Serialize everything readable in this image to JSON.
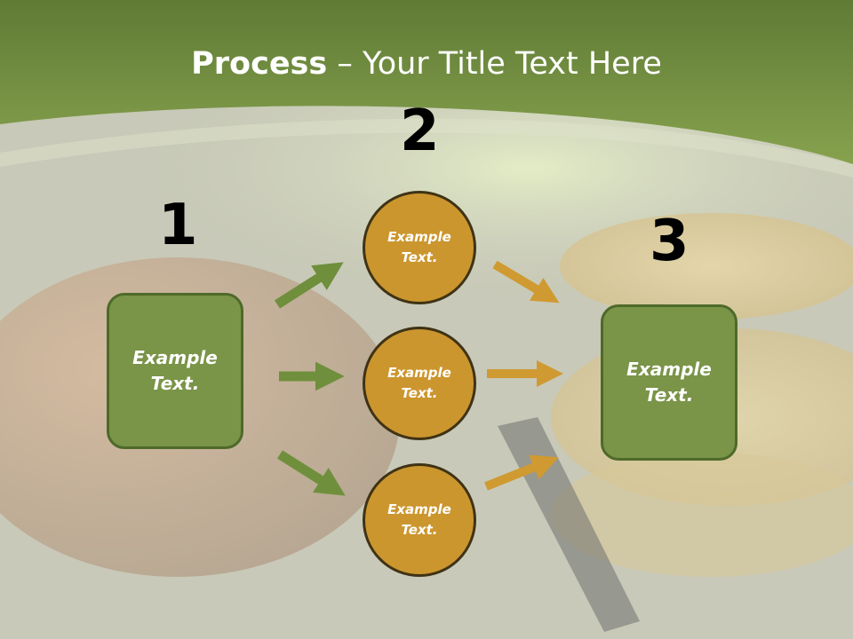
{
  "title": {
    "bold": "Process",
    "rest": " – Your Title Text Here"
  },
  "steps": [
    {
      "number": "1",
      "text": "Example\nText."
    },
    {
      "number": "2",
      "items": [
        "Example\nText.",
        "Example\nText.",
        "Example\nText."
      ]
    },
    {
      "number": "3",
      "text": "Example\nText."
    }
  ],
  "colors": {
    "header_green": "#7d9a45",
    "box_fill": "#7a9448",
    "circle_fill": "#cc962e",
    "green_arrow": "#6f8f3c",
    "orange_arrow": "#d09a32"
  }
}
